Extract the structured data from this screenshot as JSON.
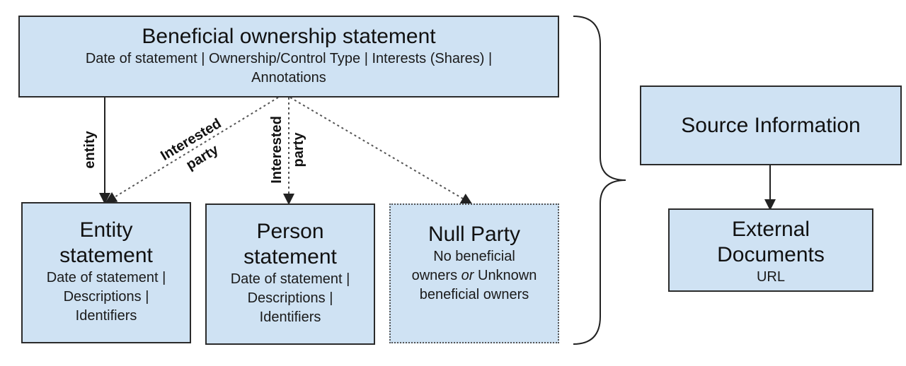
{
  "statement": {
    "title": "Beneficial ownership statement",
    "line1": "Date of statement | Ownership/Control Type | Interests (Shares) |",
    "line2": "Annotations"
  },
  "edges": {
    "entity": "entity",
    "interested_a": "Interested",
    "party_a": "party",
    "interested_b": "Interested",
    "party_b": "party"
  },
  "entity_statement": {
    "title1": "Entity",
    "title2": "statement",
    "line1": "Date of statement |",
    "line2": "Descriptions |",
    "line3": "Identifiers"
  },
  "person_statement": {
    "title1": "Person",
    "title2": "statement",
    "line1": "Date of statement |",
    "line2": "Descriptions |",
    "line3": "Identifiers"
  },
  "null_party": {
    "title": "Null Party",
    "line1": "No beneficial",
    "line2_a": "owners ",
    "line2_em": "or",
    "line2_b": " Unknown",
    "line3": "beneficial owners"
  },
  "source_information": {
    "title": "Source Information"
  },
  "external_documents": {
    "title1": "External",
    "title2": "Documents",
    "line1": "URL"
  },
  "colors": {
    "box_fill": "#cfe2f3",
    "border": "#2b2b2b"
  }
}
